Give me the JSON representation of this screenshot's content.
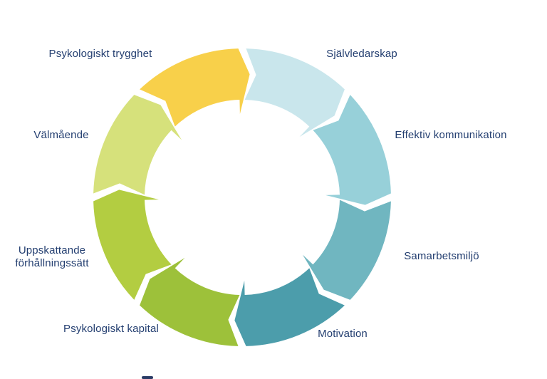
{
  "diagram": {
    "type": "cycle-wheel",
    "direction": "clockwise",
    "text_color": "#233e70",
    "background_color": "#ffffff",
    "segments": [
      {
        "label": "Självledarskap",
        "color": "#c9e6ec"
      },
      {
        "label": "Effektiv kommunikation",
        "color": "#97d0d9"
      },
      {
        "label": "Samarbetsmiljö",
        "color": "#70b6c0"
      },
      {
        "label": "Motivation",
        "color": "#4c9dab"
      },
      {
        "label": "Psykologiskt kapital",
        "color": "#9dc13a"
      },
      {
        "label": "Uppskattande förhållningssätt",
        "color": "#b3cd41"
      },
      {
        "label": "Välmående",
        "color": "#d6e17b"
      },
      {
        "label": "Psykologiskt trygghet",
        "color": "#f8d04a"
      }
    ]
  }
}
